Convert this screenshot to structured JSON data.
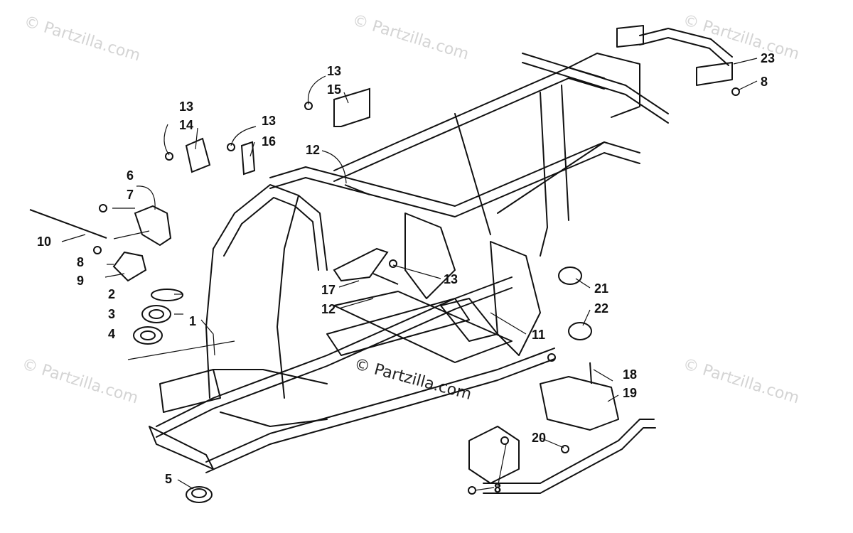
{
  "watermark": "© Partzilla.com",
  "watermark_center": "© Partzilla.com",
  "callouts": [
    {
      "id": "c1",
      "text": "1"
    },
    {
      "id": "c2",
      "text": "2"
    },
    {
      "id": "c3",
      "text": "3"
    },
    {
      "id": "c4",
      "text": "4"
    },
    {
      "id": "c5",
      "text": "5"
    },
    {
      "id": "c6",
      "text": "6"
    },
    {
      "id": "c7",
      "text": "7"
    },
    {
      "id": "c8a",
      "text": "8"
    },
    {
      "id": "c8b",
      "text": "8"
    },
    {
      "id": "c8c",
      "text": "8"
    },
    {
      "id": "c9",
      "text": "9"
    },
    {
      "id": "c10",
      "text": "10"
    },
    {
      "id": "c11",
      "text": "11"
    },
    {
      "id": "c12a",
      "text": "12"
    },
    {
      "id": "c12b",
      "text": "12"
    },
    {
      "id": "c13a",
      "text": "13"
    },
    {
      "id": "c13b",
      "text": "13"
    },
    {
      "id": "c13c",
      "text": "13"
    },
    {
      "id": "c13d",
      "text": "13"
    },
    {
      "id": "c14",
      "text": "14"
    },
    {
      "id": "c15",
      "text": "15"
    },
    {
      "id": "c16",
      "text": "16"
    },
    {
      "id": "c17",
      "text": "17"
    },
    {
      "id": "c18",
      "text": "18"
    },
    {
      "id": "c19",
      "text": "19"
    },
    {
      "id": "c20",
      "text": "20"
    },
    {
      "id": "c21",
      "text": "21"
    },
    {
      "id": "c22",
      "text": "22"
    },
    {
      "id": "c23",
      "text": "23"
    }
  ]
}
